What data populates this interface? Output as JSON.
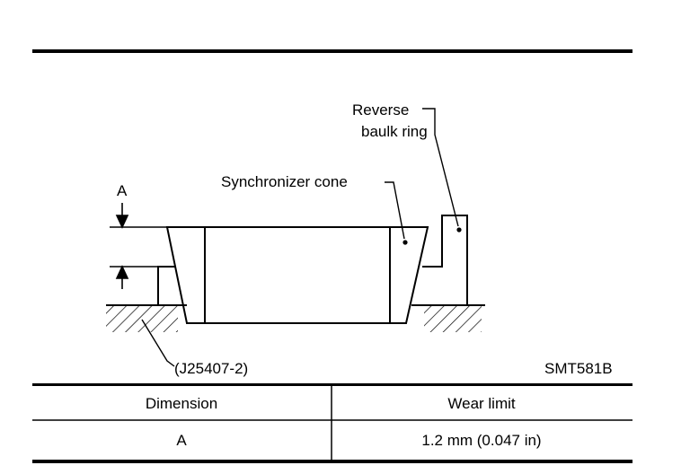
{
  "diagram": {
    "labels": {
      "reverse_line1": "Reverse",
      "reverse_line2": "baulk ring",
      "synchronizer_cone": "Synchronizer cone",
      "dimension_a": "A",
      "tool": "(J25407-2)",
      "figure_code": "SMT581B"
    }
  },
  "table": {
    "headers": [
      "Dimension",
      "Wear limit"
    ],
    "rows": [
      [
        "A",
        "1.2 mm (0.047 in)"
      ]
    ]
  }
}
